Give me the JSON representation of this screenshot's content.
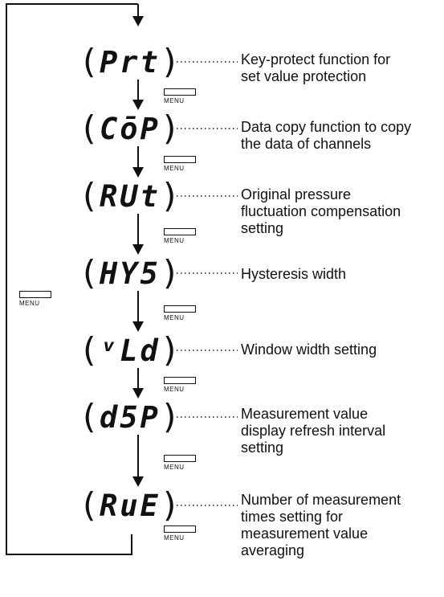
{
  "menu_key_label": "MENU",
  "steps": [
    {
      "code": "Prt",
      "description": [
        "Key-protect function for",
        "set value protection"
      ]
    },
    {
      "code": "CōP",
      "description": [
        "Data copy function to copy",
        "the data of channels"
      ]
    },
    {
      "code": "RUt",
      "description": [
        "Original pressure",
        "fluctuation compensation",
        "setting"
      ]
    },
    {
      "code": "HY5",
      "description": [
        "Hysteresis width"
      ]
    },
    {
      "code": "ᵛLd",
      "description": [
        "Window width setting"
      ]
    },
    {
      "code": "d5P",
      "description": [
        "Measurement value",
        "display refresh interval",
        "setting"
      ]
    },
    {
      "code": "RuE",
      "description": [
        "Number of measurement",
        "times setting for",
        "measurement value",
        "averaging"
      ]
    }
  ]
}
